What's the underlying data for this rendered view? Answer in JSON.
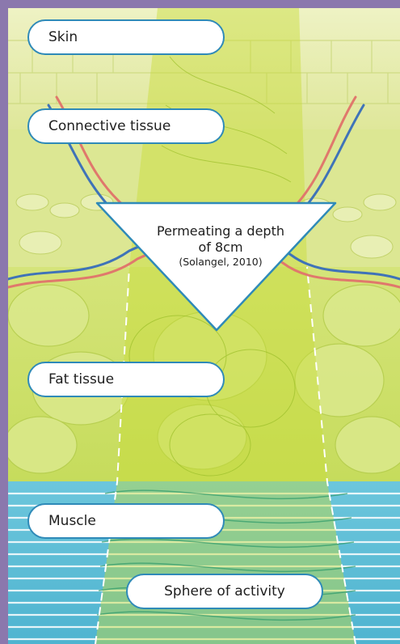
{
  "labels": {
    "skin": "Skin",
    "connective": "Connective tissue",
    "fat": "Fat tissue",
    "muscle": "Muscle",
    "sphere": "Sphere of activity"
  },
  "depth_box": {
    "line1": "Permeating a depth",
    "line2": "of 8cm",
    "line3": "(Solangel, 2010)"
  },
  "colors": {
    "frame": "#8b78ad",
    "tissue": "#d9e48a",
    "fat": "#cfe06a",
    "muscle": "#63c0d8",
    "vein_blue": "#3f73b8",
    "artery_red": "#e0786c",
    "label_border": "#2f8ab8"
  }
}
